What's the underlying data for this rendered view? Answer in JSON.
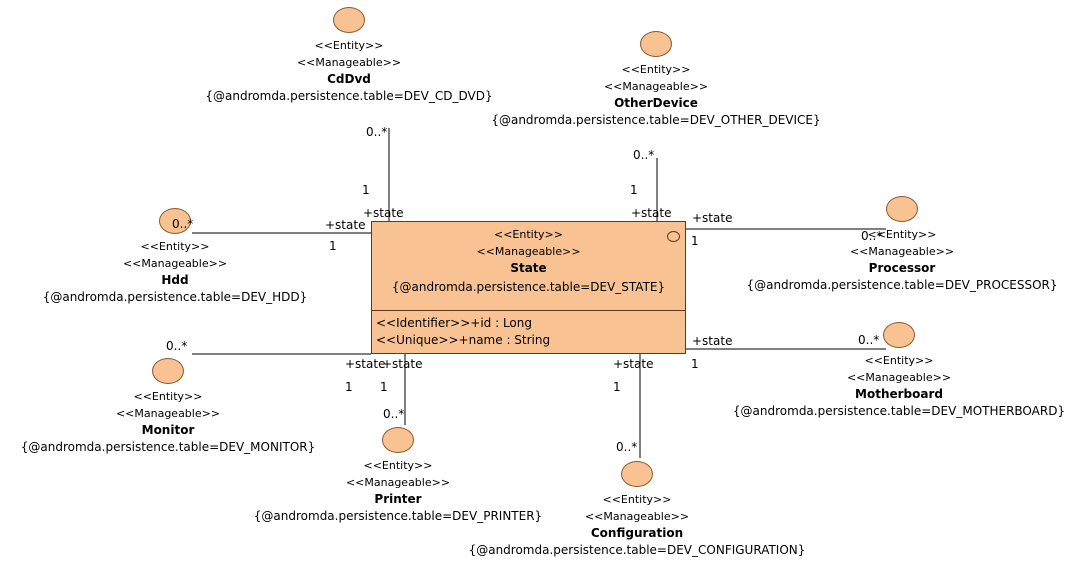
{
  "state": {
    "stereotypes": [
      "<<Entity>>",
      "<<Manageable>>"
    ],
    "name": "State",
    "tagged": "{@andromda.persistence.table=DEV_STATE}",
    "attributes": [
      "<<Identifier>>+id : Long",
      "<<Unique>>+name : String"
    ]
  },
  "entities": {
    "cddvd": {
      "stereotype1": "<<Entity>>",
      "stereotype2": "<<Manageable>>",
      "name": "CdDvd",
      "tagged": "{@andromda.persistence.table=DEV_CD_DVD}"
    },
    "otherdevice": {
      "stereotype1": "<<Entity>>",
      "stereotype2": "<<Manageable>>",
      "name": "OtherDevice",
      "tagged": "{@andromda.persistence.table=DEV_OTHER_DEVICE}"
    },
    "hdd": {
      "stereotype1": "<<Entity>>",
      "stereotype2": "<<Manageable>>",
      "name": "Hdd",
      "tagged": "{@andromda.persistence.table=DEV_HDD}"
    },
    "processor": {
      "stereotype1": "<<Entity>>",
      "stereotype2": "<<Manageable>>",
      "name": "Processor",
      "tagged": "{@andromda.persistence.table=DEV_PROCESSOR}"
    },
    "monitor": {
      "stereotype1": "<<Entity>>",
      "stereotype2": "<<Manageable>>",
      "name": "Monitor",
      "tagged": "{@andromda.persistence.table=DEV_MONITOR}"
    },
    "motherboard": {
      "stereotype1": "<<Entity>>",
      "stereotype2": "<<Manageable>>",
      "name": "Motherboard",
      "tagged": "{@andromda.persistence.table=DEV_MOTHERBOARD}"
    },
    "printer": {
      "stereotype1": "<<Entity>>",
      "stereotype2": "<<Manageable>>",
      "name": "Printer",
      "tagged": "{@andromda.persistence.table=DEV_PRINTER}"
    },
    "configuration": {
      "stereotype1": "<<Entity>>",
      "stereotype2": "<<Manageable>>",
      "name": "Configuration",
      "tagged": "{@andromda.persistence.table=DEV_CONFIGURATION}"
    }
  },
  "association_labels": {
    "role": "+state",
    "one": "1",
    "many": "0..*"
  }
}
